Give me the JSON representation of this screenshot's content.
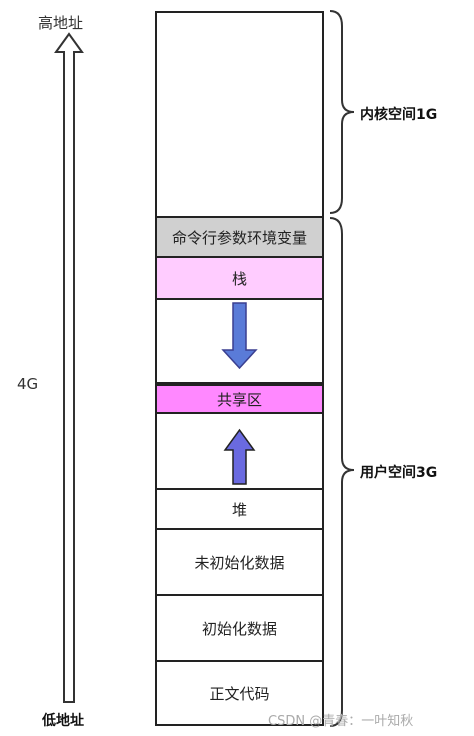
{
  "axis": {
    "high_label": "高地址",
    "low_label": "低地址",
    "size_label": "4G"
  },
  "segments": {
    "cmdline_env": "命令行参数环境变量",
    "stack": "栈",
    "shared": "共享区",
    "heap": "堆",
    "uninit_data": "未初始化数据",
    "init_data": "初始化数据",
    "text_code": "正文代码"
  },
  "braces": {
    "kernel_label": "内核空间1G",
    "user_label": "用户空间3G"
  },
  "colors": {
    "cmdline_fill": "#d0d0d0",
    "stack_fill": "#ffccff",
    "shared_fill": "#ff88ff",
    "arrow_fill": "#5a7bd8",
    "arrow_stroke": "#3a3f90"
  },
  "watermark": "CSDN @青春：一叶知秋"
}
